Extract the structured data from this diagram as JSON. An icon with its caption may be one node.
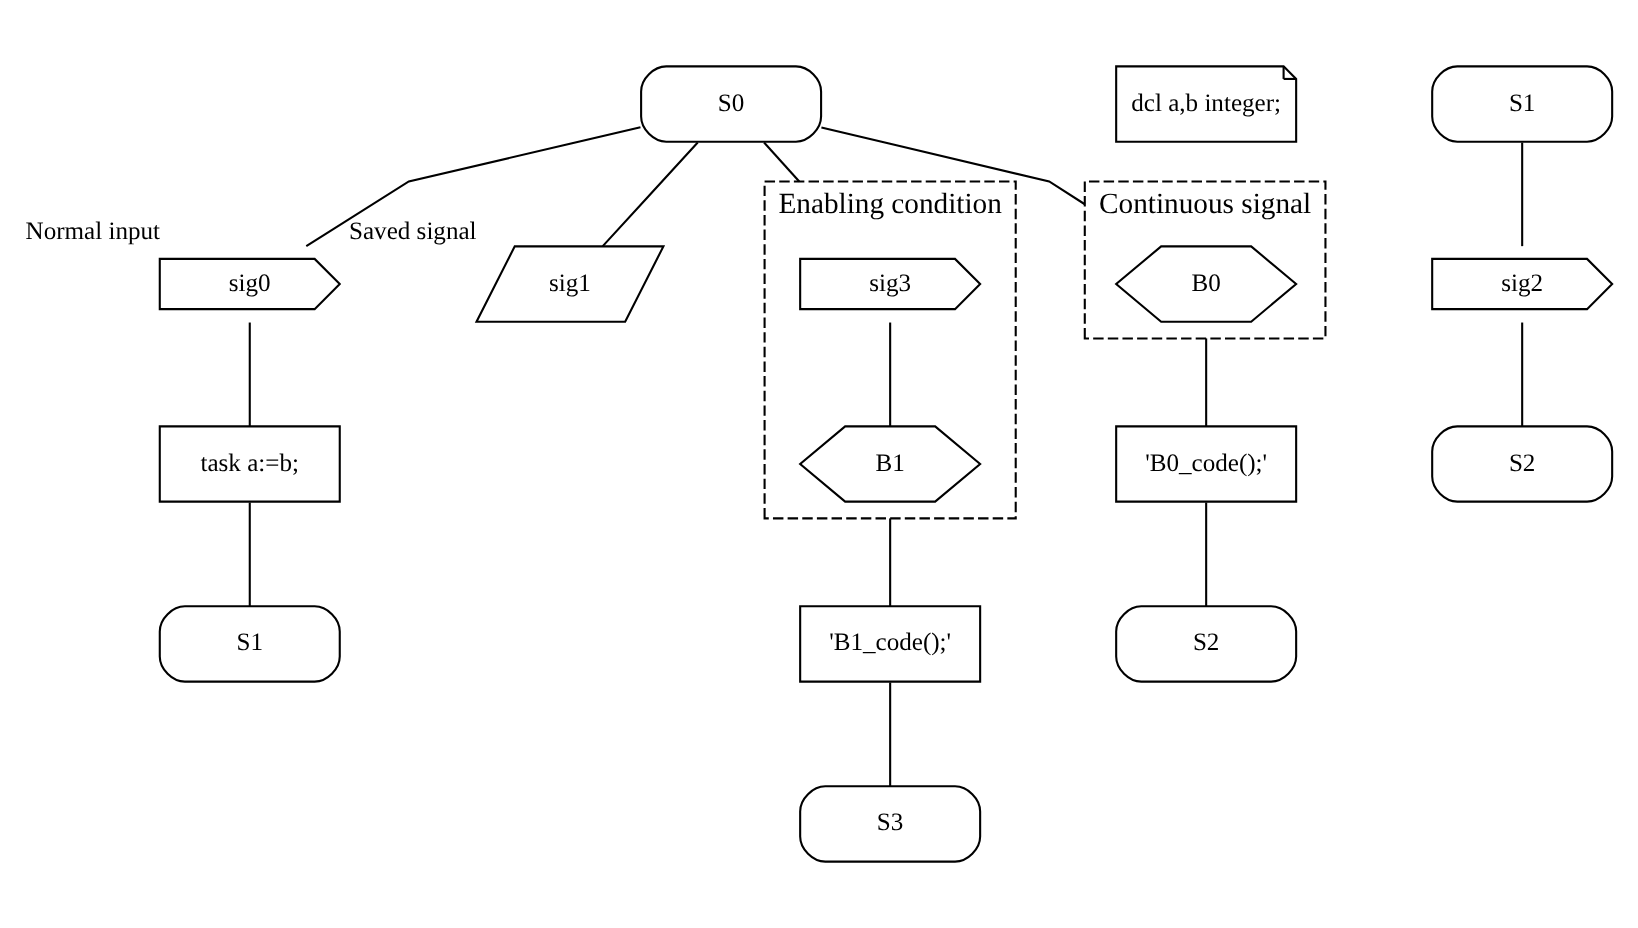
{
  "diagram": {
    "nodes": [
      {
        "text": [
          "S0"
        ]
      },
      {
        "text": [
          "dcl a,b integer;"
        ]
      },
      {
        "text": [
          "sig0"
        ],
        "beside": [
          "Normal input"
        ]
      },
      {
        "text": [
          "sig1"
        ],
        "beside": [
          "Saved signal"
        ]
      },
      {
        "text": [
          "Continuous signal"
        ]
      },
      {
        "text": [
          "B0"
        ],
        "in": 4
      },
      {
        "text": [
          "Enabling condition"
        ]
      },
      {
        "text": [
          "sig3"
        ],
        "in": 6
      },
      {
        "text": [
          "B1"
        ],
        "in": 6
      },
      {
        "text": [
          "task a:=b;"
        ]
      },
      {
        "text": [
          "S1"
        ]
      },
      {
        "text": [
          "sig2"
        ]
      },
      {
        "text": [
          "'B0_code();'"
        ]
      },
      {
        "text": [
          "'B1_code();'"
        ]
      },
      {
        "text": [
          "S1"
        ]
      },
      {
        "text": [
          "S2"
        ]
      },
      {
        "text": [
          "S2"
        ]
      },
      {
        "text": [
          "S3"
        ]
      }
    ],
    "edges": [
      {
        "from": 0,
        "to": 2,
        "arrow": "none"
      },
      {
        "from": 0,
        "to": 3,
        "arrow": "none"
      },
      {
        "from": 0,
        "to": 5,
        "arrow": "none"
      },
      {
        "from": 0,
        "to": 7,
        "arrow": "none"
      },
      {
        "from": 2,
        "to": 9,
        "arrow": "none"
      },
      {
        "from": 9,
        "to": 14,
        "arrow": "none"
      },
      {
        "from": 10,
        "to": 11,
        "arrow": "none"
      },
      {
        "from": 11,
        "to": 15,
        "arrow": "none"
      },
      {
        "from": 5,
        "to": 12,
        "arrow": "none"
      },
      {
        "from": 12,
        "to": 16,
        "arrow": "none"
      },
      {
        "from": 7,
        "to": 8,
        "arrow": "none"
      },
      {
        "from": 8,
        "to": 13,
        "arrow": "none"
      },
      {
        "from": 13,
        "to": 17,
        "arrow": "none"
      }
    ]
  }
}
